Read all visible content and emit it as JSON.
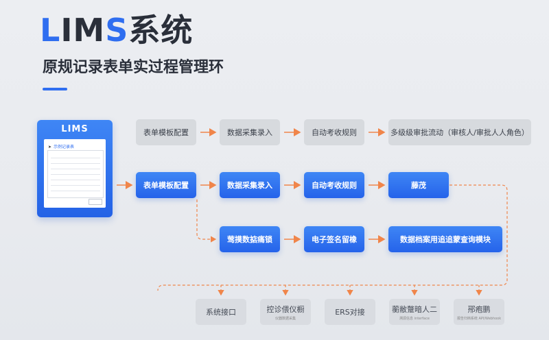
{
  "header": {
    "title_l": "L",
    "title_im": "IM",
    "title_s": "S",
    "title_cn": "系统",
    "subtitle": "原规记录表单实过程管理环"
  },
  "device": {
    "title": "LIMS",
    "screen_header": "示例记录表"
  },
  "row1": [
    "表单模板配置",
    "数据采集录入",
    "自动考收规则",
    "多级级审批流动（审核人/审批人人角色）"
  ],
  "row2": [
    "表单模板配置",
    "数据采集录入",
    "自动考收规则",
    "藤茂"
  ],
  "row3": [
    "莺摸数掂痛锁",
    "电子签名留橡",
    "数据档案用追追蒙查询模块"
  ],
  "bottom": [
    {
      "label": "系统接口",
      "sub": ""
    },
    {
      "label": "控诊偎仪橱",
      "sub": "仪器数据采集"
    },
    {
      "label": "ERS对接",
      "sub": ""
    },
    {
      "label": "蘅敝蹩暗人二",
      "sub": "溯源信息 interface"
    },
    {
      "label": "郉疱鹏",
      "sub": "报告归档系统 API/Webhook"
    }
  ],
  "colors": {
    "accent_blue": "#2f6ef0",
    "arrow_orange": "#f0854a",
    "gray_box": "#d7dade"
  }
}
